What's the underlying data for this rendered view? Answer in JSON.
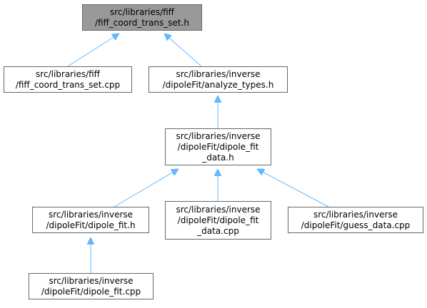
{
  "diagram": {
    "nodes": {
      "root": [
        "src/libraries/fiff",
        "/fiff_coord_trans_set.h"
      ],
      "fiff_cpp": [
        "src/libraries/fiff",
        "/fiff_coord_trans_set.cpp"
      ],
      "analyze_h": [
        "src/libraries/inverse",
        "/dipoleFit/analyze_types.h"
      ],
      "dfd_h": [
        "src/libraries/inverse",
        "/dipoleFit/dipole_fit",
        "_data.h"
      ],
      "df_h": [
        "src/libraries/inverse",
        "/dipoleFit/dipole_fit.h"
      ],
      "dfd_cpp": [
        "src/libraries/inverse",
        "/dipoleFit/dipole_fit",
        "_data.cpp"
      ],
      "guess_cpp": [
        "src/libraries/inverse",
        "/dipoleFit/guess_data.cpp"
      ],
      "df_cpp": [
        "src/libraries/inverse",
        "/dipoleFit/dipole_fit.cpp"
      ]
    },
    "colors": {
      "edge": "#63b8ff",
      "node_border": "#666666",
      "current_fill": "#999999"
    }
  }
}
